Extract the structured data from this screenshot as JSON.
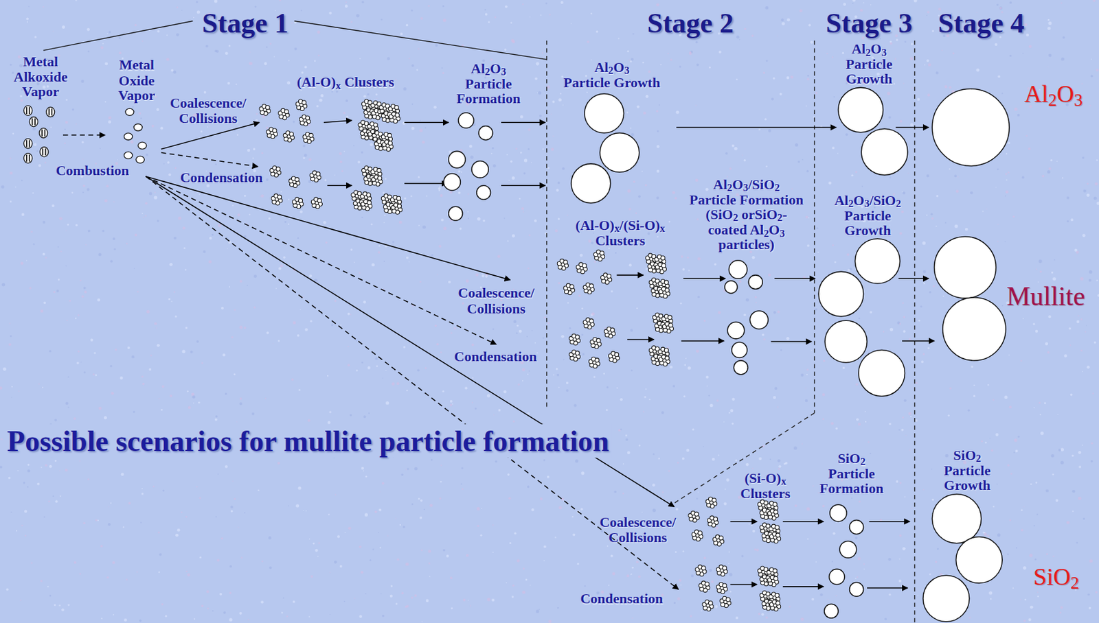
{
  "diagram": {
    "title": "Possible scenarios for mullite particle formation",
    "labels": [
      "Stage 1",
      "Stage 2",
      "Stage 3",
      "Stage 4",
      "Metal Alkoxide Vapor",
      "Metal Oxide Vapor",
      "Combustion",
      "Coalescence/ Collisions",
      "(Al-O)x Clusters",
      "Al2O3 Particle Formation",
      "Condensation",
      "Al2O3 Particle Growth",
      "Al2O3 Particle Growth",
      "Al2O3",
      "Al2O3/SiO2 Particle Formation (SiO2 orSiO2- coated Al2O3 particles)",
      "Al2O3/SiO2 Particle Growth",
      "(Al-O)x/(Si-O)x Clusters",
      "Coalescence/ Collisions",
      "Mullite",
      "Condensation",
      "(Si-O)x Clusters",
      "SiO2 Particle Formation",
      "SiO2 Particle Growth",
      "Coalescence/ Collisions",
      "Condensation",
      "SiO2"
    ]
  }
}
